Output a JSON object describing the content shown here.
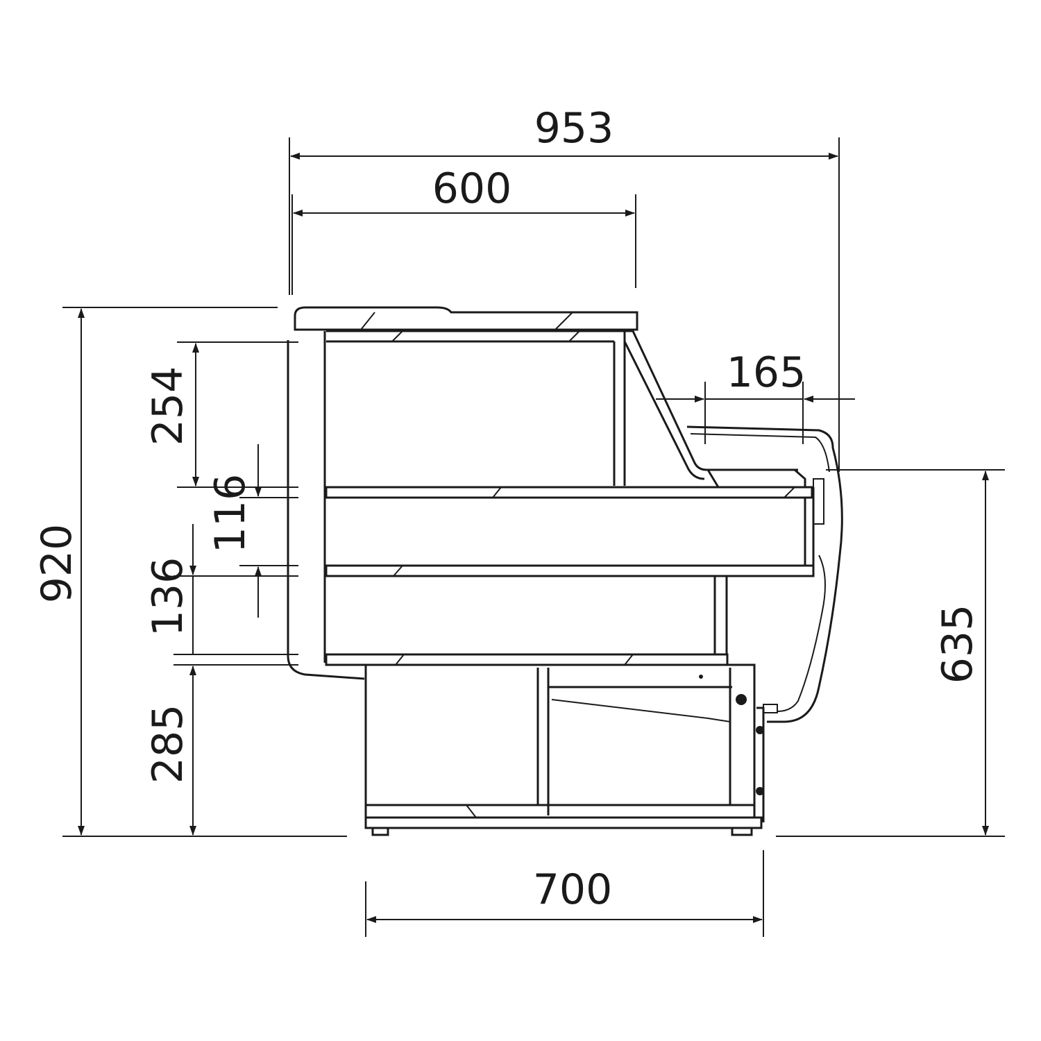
{
  "title": "Refrigerated display counter side elevation",
  "dimensions": {
    "overall_depth": "953",
    "top_depth": "600",
    "shelf_offset": "165",
    "upper_height": "254",
    "shelf_gap": "116",
    "middle_height": "136",
    "overall_height": "920",
    "base_height": "285",
    "counter_height": "635",
    "base_depth": "700"
  },
  "colors": {
    "line": "#1a1a1a",
    "background": "#ffffff"
  }
}
